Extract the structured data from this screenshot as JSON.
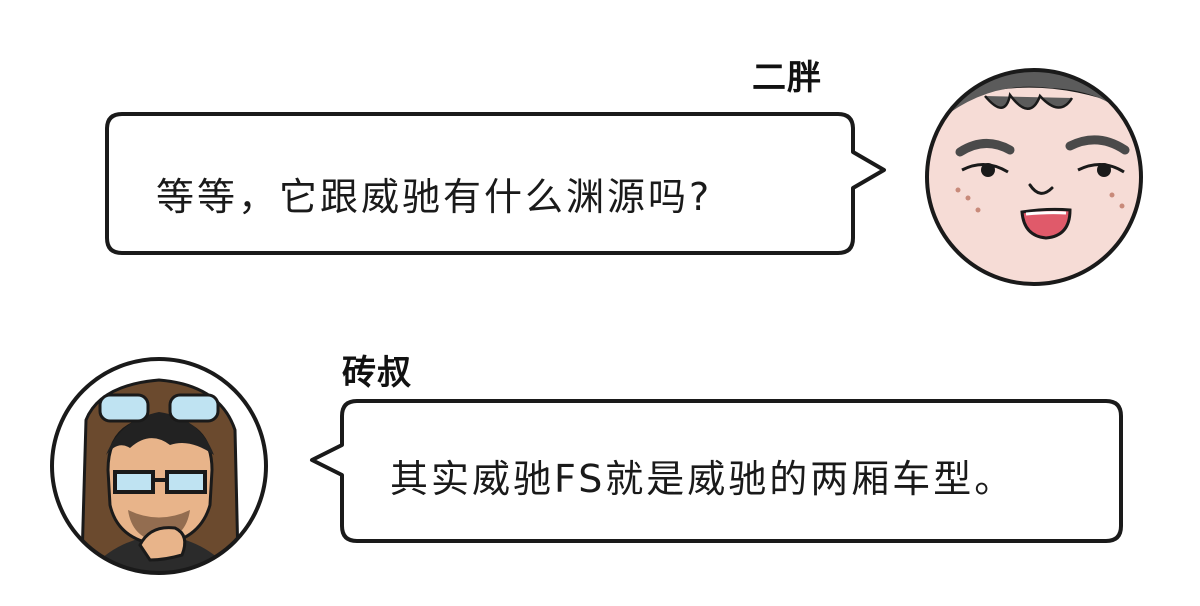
{
  "dialogue": [
    {
      "speaker": "二胖",
      "text": "等等，它跟威驰有什么渊源吗?"
    },
    {
      "speaker": "砖叔",
      "text": "其实威驰FS就是威驰的两厢车型。"
    }
  ],
  "colors": {
    "outline": "#1a1a1a",
    "skin_erpang": "#f6dcd6",
    "hair_erpang": "#5b5b5b",
    "headband": "#f3e6a0",
    "mouth": "#e05a6a",
    "skin_zhuanshu": "#e8b48a",
    "helmet": "#6b4a2e",
    "goggles": "#bfe3f2"
  }
}
